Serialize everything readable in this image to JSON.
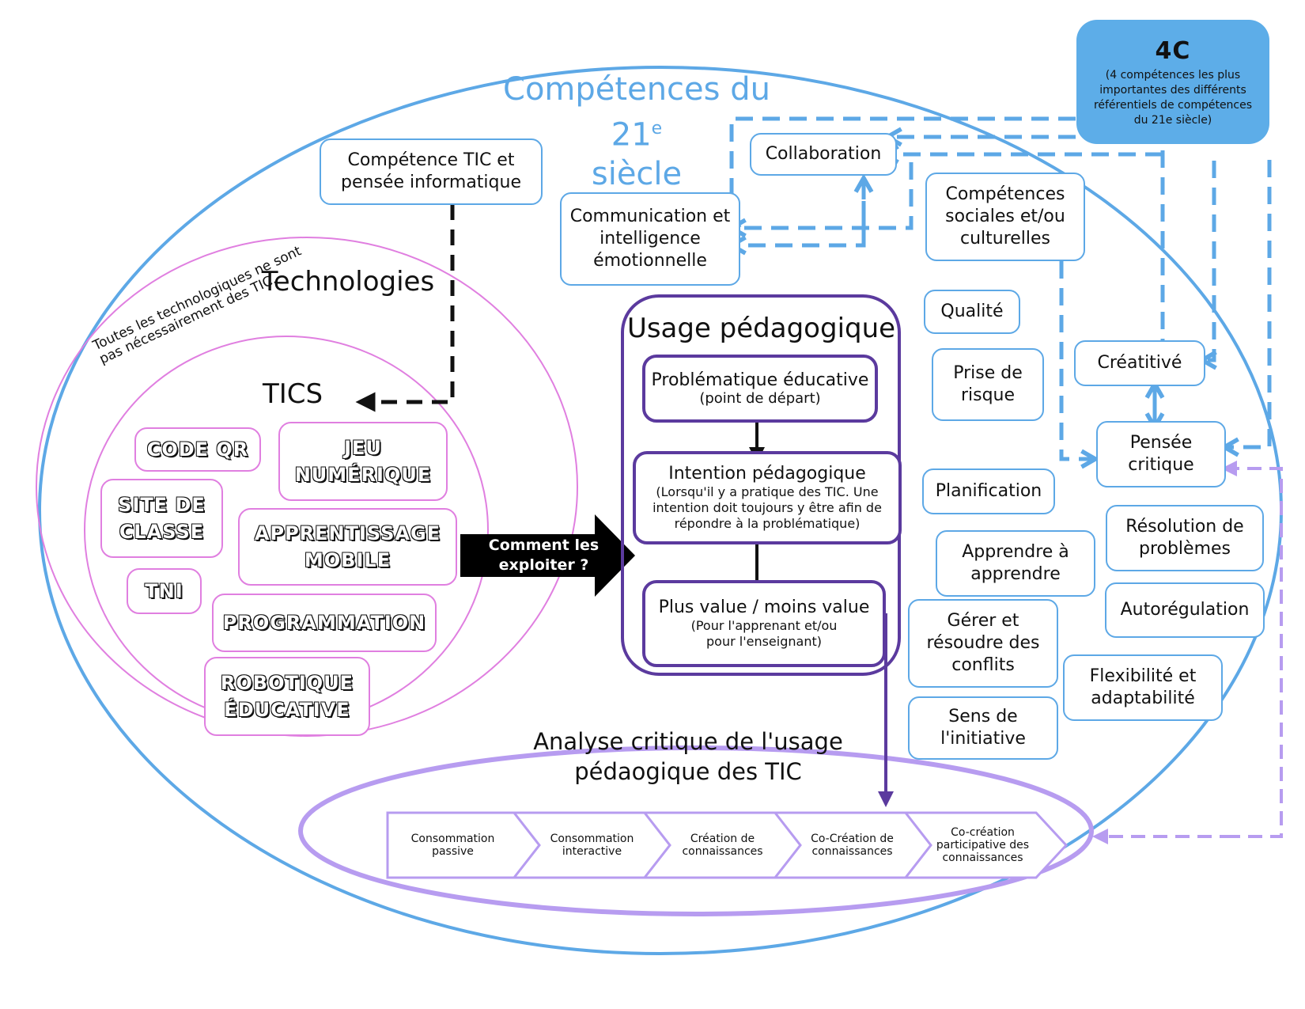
{
  "title": {
    "line1": "Compétences du 21",
    "sup": "e",
    "line2": "siècle"
  },
  "badge_4c": {
    "heading": "4C",
    "note": "(4 compétences les plus importantes des différents référentiels de compétences du 21e siècle)",
    "color": "#5dade8"
  },
  "competence_tic": "Compétence TIC et pensée informatique",
  "technologies": {
    "title": "Technologies",
    "note": "Toutes les technologiques ne sont pas nécessairement des TIC.",
    "tics_title": "TICS",
    "items": [
      "CODE QR",
      "JEU NUMÉRIQUE",
      "SITE DE CLASSE",
      "APPRENTISSAGE MOBILE",
      "TNI",
      "PROGRAMMATION",
      "ROBOTIQUE ÉDUCATIVE"
    ]
  },
  "arrow_label": "Comment les exploiter ?",
  "usage": {
    "title": "Usage pédagogique",
    "steps": [
      {
        "title": "Problématique éducative",
        "sub": "(point de départ)"
      },
      {
        "title": "Intention pédagogique",
        "sub": "(Lorsqu'il y a pratique des TIC. Une intention doit toujours y être afin de répondre à la problématique)"
      },
      {
        "title": "Plus value / moins value",
        "sub": "(Pour l'apprenant et/ou pour l'enseignant)"
      }
    ]
  },
  "competences": {
    "collaboration": "Collaboration",
    "communication": "Communication et intelligence émotionnelle",
    "sociales": "Compétences sociales et/ou culturelles",
    "qualite": "Qualité",
    "prise_risque": "Prise de risque",
    "creativite": "Créatitivé",
    "pensee_critique": "Pensée critique",
    "planification": "Planification",
    "apprendre": "Apprendre à apprendre",
    "resolution": "Résolution de problèmes",
    "autoregulation": "Autorégulation",
    "conflits": "Gérer et résoudre des conflits",
    "flexibilite": "Flexibilité et adaptabilité",
    "initiative": "Sens de l'initiative"
  },
  "analyse": {
    "title": "Analyse critique de l'usage pédaogique des TIC",
    "stages": [
      "Consommation passive",
      "Consommation interactive",
      "Création de connaissances",
      "Co-Création de connaissances",
      "Co-création participative des connaissances"
    ]
  },
  "colors": {
    "blue": "#5da8e6",
    "pink": "#e07fe0",
    "purple": "#5b3a9e",
    "lavender": "#b79cf0"
  }
}
